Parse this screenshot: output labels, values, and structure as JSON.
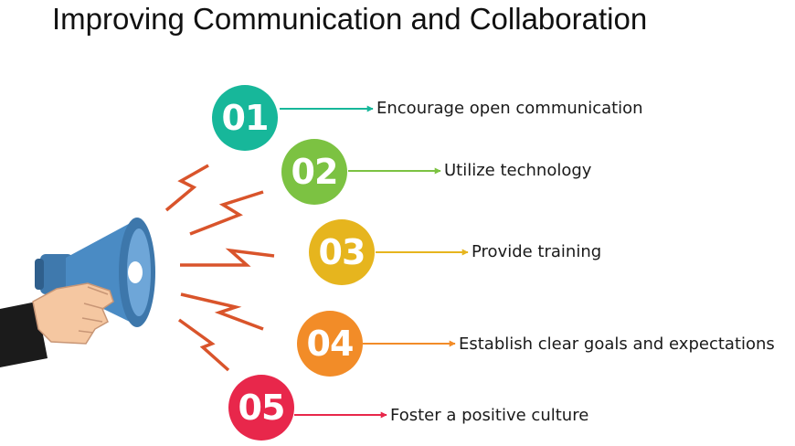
{
  "title": "Improving Communication and Collaboration",
  "items": [
    {
      "number": "01",
      "label": "Encourage open communication",
      "color": "#17b79a"
    },
    {
      "number": "02",
      "label": "Utilize technology",
      "color": "#7cc242"
    },
    {
      "number": "03",
      "label": "Provide training",
      "color": "#e6b51e"
    },
    {
      "number": "04",
      "label": "Establish clear goals and expectations",
      "color": "#f28c28"
    },
    {
      "number": "05",
      "label": "Foster a positive culture",
      "color": "#e8274b"
    }
  ],
  "icons": {
    "megaphone": "megaphone-icon",
    "hand": "hand-icon",
    "sound_waves": "sound-wave-icon",
    "arrow": "arrow-right-icon"
  },
  "colors": {
    "megaphone_blue": "#4a8bc4",
    "lightning": "#d9542b",
    "sleeve": "#1b1b1b",
    "skin": "#f5c7a1"
  }
}
